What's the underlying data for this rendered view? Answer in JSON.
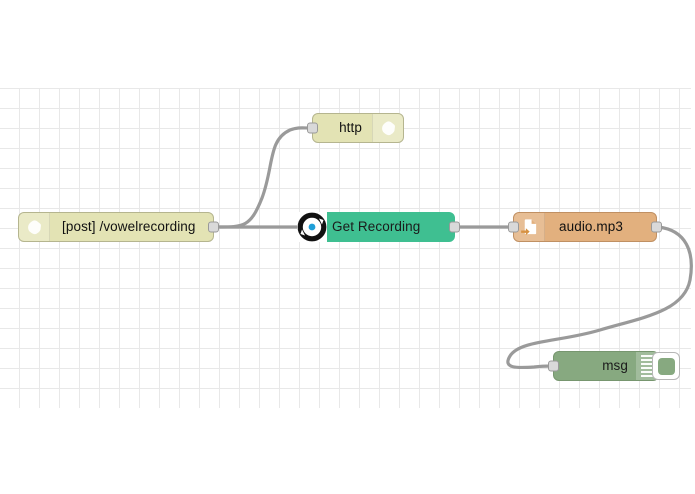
{
  "app": {
    "name": "node-red-flow-editor",
    "canvas_background": "#ffffff",
    "grid_color": "#e8e8e8",
    "wire_color": "#9a9a9a"
  },
  "flow": {
    "nodes": [
      {
        "id": "http-in",
        "label": "[post] /vowelrecording",
        "type": "http-in",
        "color": "#e3e3b4",
        "icon": "globe-blob-icon",
        "icon_side": "left",
        "ports": {
          "input": false,
          "output": true
        }
      },
      {
        "id": "http-response",
        "label": "http",
        "type": "http-response",
        "color": "#e3e3b4",
        "icon": "globe-blob-icon",
        "icon_side": "right",
        "ports": {
          "input": true,
          "output": false
        }
      },
      {
        "id": "get-recording",
        "label": "Get Recording",
        "type": "function-custom",
        "color": "#3fbf91",
        "icon": "record-ring-icon",
        "icon_side": "left-overlap",
        "ports": {
          "input": true,
          "output": true
        }
      },
      {
        "id": "file-write",
        "label": "audio.mp3",
        "type": "file",
        "color": "#e2b07e",
        "icon": "file-arrow-icon",
        "icon_side": "left",
        "ports": {
          "input": true,
          "output": true
        }
      },
      {
        "id": "debug",
        "label": "msg",
        "type": "debug",
        "color": "#87a980",
        "icon": "debug-lines-icon",
        "icon_side": "right",
        "button": "debug-toggle-button",
        "ports": {
          "input": true,
          "output": false
        }
      }
    ],
    "wires": [
      {
        "from": "http-in",
        "to": "http-response"
      },
      {
        "from": "http-in",
        "to": "get-recording"
      },
      {
        "from": "get-recording",
        "to": "file-write"
      },
      {
        "from": "file-write",
        "to": "debug"
      }
    ]
  }
}
